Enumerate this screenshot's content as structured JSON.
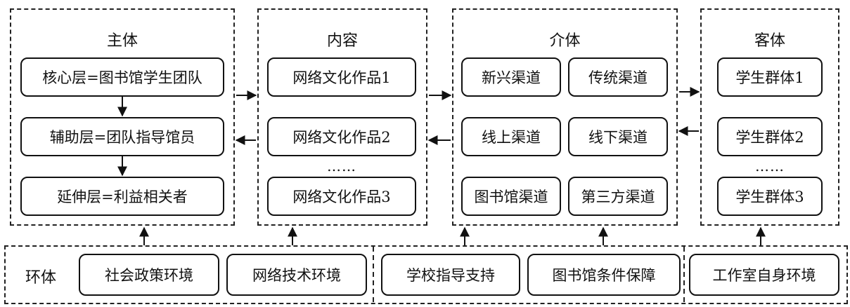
{
  "subject": {
    "title": "主体",
    "items": [
      "核心层=图书馆学生团队",
      "辅助层=团队指导馆员",
      "延伸层=利益相关者"
    ]
  },
  "content": {
    "title": "内容",
    "items": [
      "网络文化作品1",
      "网络文化作品2",
      "网络文化作品3"
    ],
    "ellipsis": "……"
  },
  "medium": {
    "title": "介体",
    "items": [
      "新兴渠道",
      "传统渠道",
      "线上渠道",
      "线下渠道",
      "图书馆渠道",
      "第三方渠道"
    ]
  },
  "object": {
    "title": "客体",
    "items": [
      "学生群体1",
      "学生群体2",
      "学生群体3"
    ],
    "ellipsis": "……"
  },
  "environment": {
    "label": "环体",
    "items": [
      "社会政策环境",
      "网络技术环境",
      "学校指导支持",
      "图书馆条件保障",
      "工作室自身环境"
    ]
  }
}
